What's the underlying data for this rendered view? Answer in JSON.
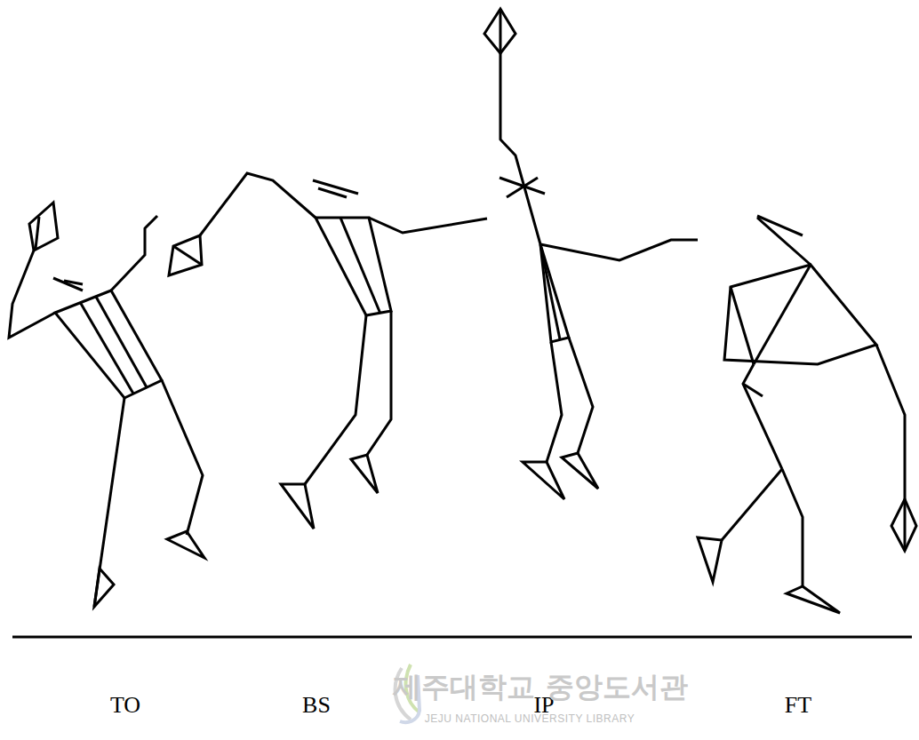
{
  "diagram": {
    "labels": [
      "TO",
      "BS",
      "IP",
      "FT",
      "제주대학교 중앙도서관",
      "JEJU NATIONAL UNIVERSITY LIBRARY"
    ]
  }
}
